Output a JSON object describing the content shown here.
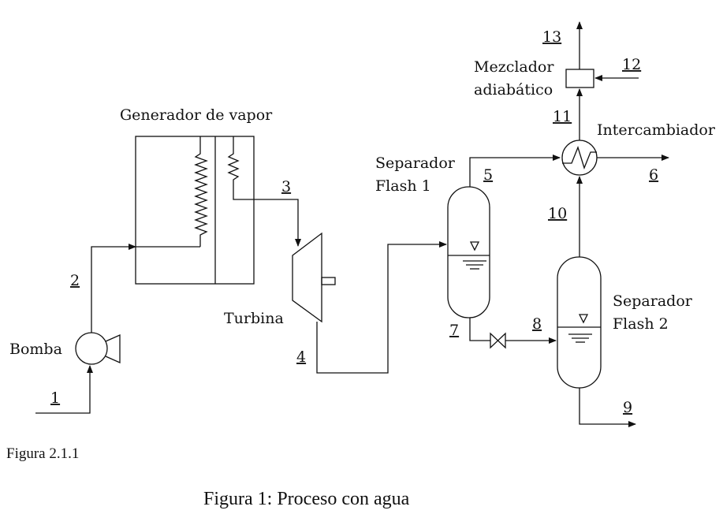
{
  "labels": {
    "generator": "Generador de vapor",
    "turbine": "Turbina",
    "pump": "Bomba",
    "flash1_line1": "Separador",
    "flash1_line2": "Flash 1",
    "flash2_line1": "Separador",
    "flash2_line2": "Flash 2",
    "exchanger": "Intercambiador",
    "mixer_line1": "Mezclador",
    "mixer_line2": "adiabático"
  },
  "streams": [
    "1",
    "2",
    "3",
    "4",
    "5",
    "6",
    "7",
    "8",
    "9",
    "10",
    "11",
    "12",
    "13"
  ],
  "figure_tag": "Figura 2.1.1",
  "caption": "Figura 1: Proceso con agua"
}
